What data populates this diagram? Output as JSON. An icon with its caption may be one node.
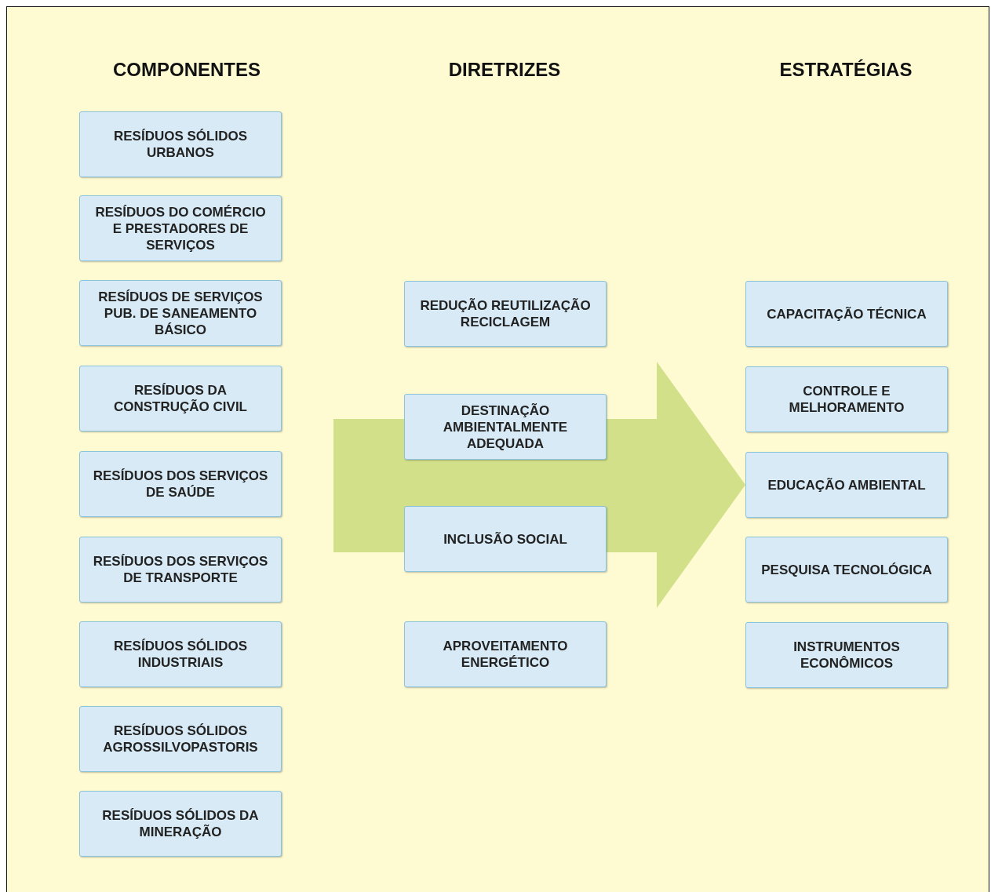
{
  "diagram": {
    "nodes": [
      {
        "text": [
          "RESÍDUOS SÓLIDOS URBANOS"
        ]
      },
      {
        "text": [
          "RESÍDUOS DO COMÉRCIO E PRESTADORES DE SERVIÇOS"
        ]
      },
      {
        "text": [
          "RESÍDUOS DE SERVIÇOS PUB. DE SANEAMENTO BÁSICO"
        ]
      },
      {
        "text": [
          "RESÍDUOS DA CONSTRUÇÃO CIVIL"
        ]
      },
      {
        "text": [
          "RESÍDUOS DOS SERVIÇOS DE SAÚDE"
        ]
      },
      {
        "text": [
          "RESÍDUOS DOS SERVIÇOS DE TRANSPORTE"
        ]
      },
      {
        "text": [
          "RESÍDUOS SÓLIDOS INDUSTRIAIS"
        ]
      },
      {
        "text": [
          "RESÍDUOS SÓLIDOS AGROSSILVOPASTORIS"
        ]
      },
      {
        "text": [
          "RESÍDUOS SÓLIDOS DA MINERAÇÃO"
        ]
      },
      {
        "text": [
          "REDUÇÃO REUTILIZAÇÃO RECICLAGEM"
        ]
      },
      {
        "text": [
          "DESTINAÇÃO AMBIENTALMENTE ADEQUADA"
        ]
      },
      {
        "text": [
          "INCLUSÃO SOCIAL"
        ]
      },
      {
        "text": [
          "APROVEITAMENTO ENERGÉTICO"
        ]
      },
      {
        "text": [
          "CAPACITAÇÃO TÉCNICA"
        ]
      },
      {
        "text": [
          "CONTROLE E MELHORAMENTO"
        ]
      },
      {
        "text": [
          "EDUCAÇÃO AMBIENTAL"
        ]
      },
      {
        "text": [
          "PESQUISA TECNOLÓGICA"
        ]
      },
      {
        "text": [
          "INSTRUMENTOS ECONÔMICOS"
        ]
      }
    ],
    "edges": [
      {
        "from": null,
        "to": 15,
        "arrow": "to",
        "style": "thick"
      }
    ],
    "labels": [
      "COMPONENTES",
      "DIRETRIZES",
      "ESTRATÉGIAS"
    ]
  }
}
